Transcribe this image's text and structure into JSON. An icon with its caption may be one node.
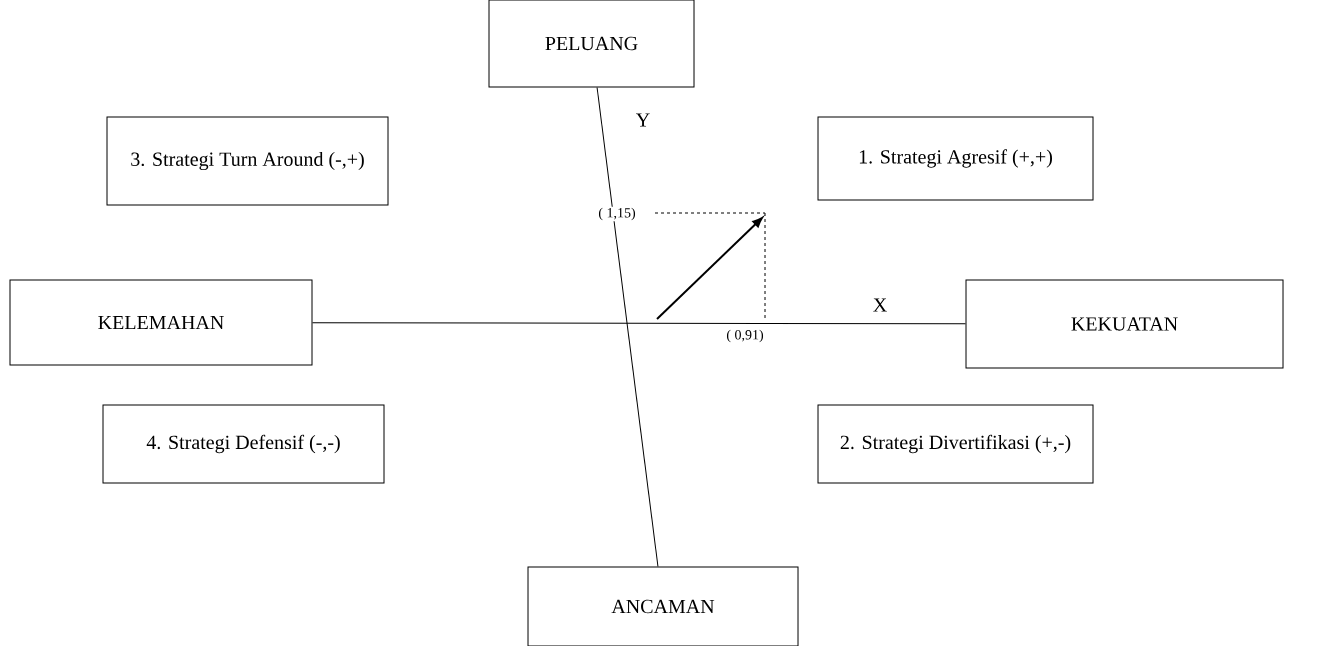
{
  "diagram": {
    "nodes": [
      {
        "text": [
          "PELUANG"
        ]
      },
      {
        "text": [
          "3. Strategi Turn Around (-,+)"
        ]
      },
      {
        "text": [
          "1.  Strategi Agresif (+,+)"
        ]
      },
      {
        "text": [
          "KELEMAHAN"
        ]
      },
      {
        "text": [
          "KEKUATAN"
        ]
      },
      {
        "text": [
          "4. Strategi Defensif (-,-)"
        ]
      },
      {
        "text": [
          "2. Strategi Divertifikasi (+,-)"
        ]
      },
      {
        "text": [
          "ANCAMAN"
        ]
      }
    ],
    "edges": [
      {
        "from": 0,
        "to": 7,
        "arrow": "none",
        "label": "Y"
      },
      {
        "from": 3,
        "to": 4,
        "arrow": "none",
        "label": "X"
      }
    ],
    "labels": [
      "( 1,15)",
      "( 0,91)"
    ]
  }
}
